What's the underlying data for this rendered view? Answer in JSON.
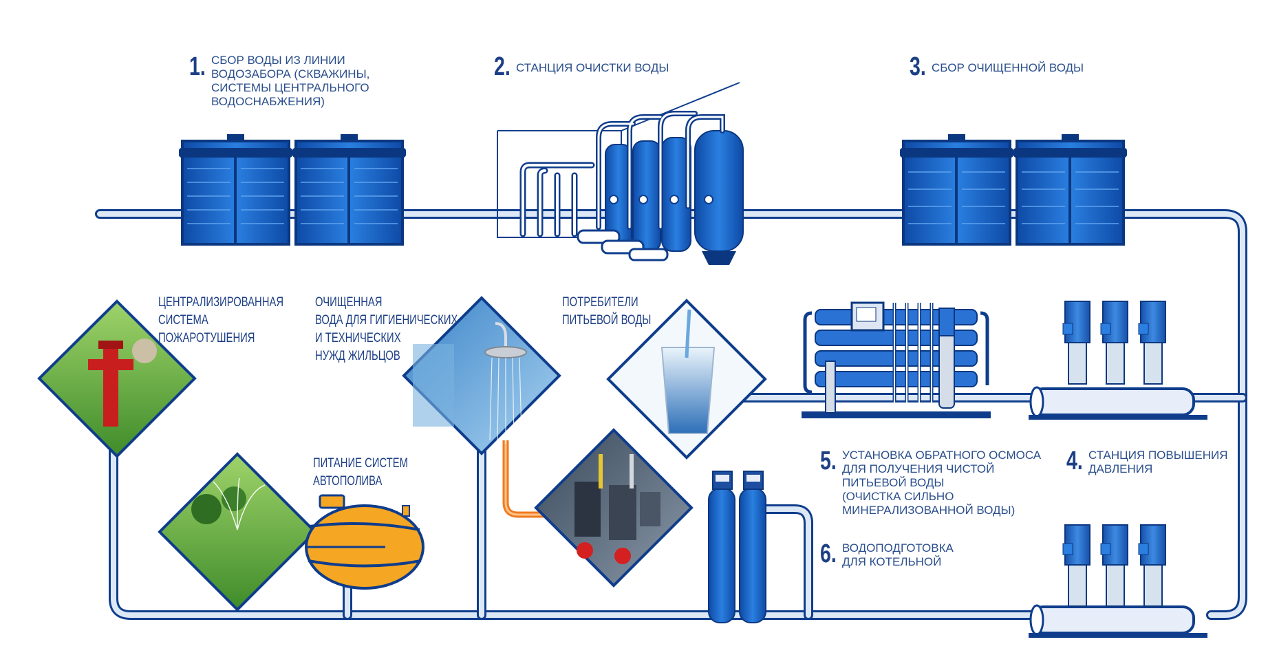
{
  "steps": [
    {
      "number": "1.",
      "label": "СБОР ВОДЫ ИЗ ЛИНИИ\nВОДОЗАБОРА (СКВАЖИНЫ,\nСИСТЕМЫ ЦЕНТРАЛЬНОГО\nВОДОСНАБЖЕНИЯ)"
    },
    {
      "number": "2.",
      "label": "СТАНЦИЯ ОЧИСТКИ ВОДЫ"
    },
    {
      "number": "3.",
      "label": "СБОР ОЧИЩЕННОЙ ВОДЫ"
    },
    {
      "number": "4.",
      "label": "СТАНЦИЯ ПОВЫШЕНИЯ\nДАВЛЕНИЯ"
    },
    {
      "number": "5.",
      "label": "УСТАНОВКА ОБРАТНОГО ОСМОСА\nДЛЯ ПОЛУЧЕНИЯ ЧИСТОЙ\nПИТЬЕВОЙ ВОДЫ\n(ОЧИСТКА СИЛЬНО\nМИНЕРАЛИЗОВАННОЙ ВОДЫ)"
    },
    {
      "number": "6.",
      "label": "ВОДОПОДГОТОВКА\nДЛЯ КОТЕЛЬНОЙ"
    }
  ],
  "consumers": {
    "fire": "ЦЕНТРАЛИЗИРОВАННАЯ\nСИСТЕМА ПОЖАРОТУШЕНИЯ",
    "hygiene": "ОЧИЩЕННАЯ\nВОДА ДЛЯ ГИГИЕНИЧЕСКИХ\nИ  ТЕХНИЧЕСКИХ\nНУЖД ЖИЛЬЦОВ",
    "drinking": "ПОТРЕБИТЕЛИ\nПИТЬЕВОЙ ВОДЫ",
    "irrigation": "ПИТАНИЕ СИСТЕМ\nАВТОПОЛИВА"
  },
  "colors": {
    "pipe": "#0f3d8c",
    "pipe_fill": "#dde8f7",
    "tank": "#1a5fbf",
    "hot_pipe": "#f07a20",
    "autopoliv_tank": "#f5a623",
    "text": "#2a4e8c"
  },
  "icons": [
    "tank-icon",
    "filter-station-icon",
    "fire-hydrant-icon",
    "shower-icon",
    "drinking-glass-icon",
    "sprinkler-icon",
    "boiler-room-icon",
    "reverse-osmosis-icon",
    "pump-station-icon",
    "filter-column-icon",
    "autopoliv-tank-icon"
  ]
}
